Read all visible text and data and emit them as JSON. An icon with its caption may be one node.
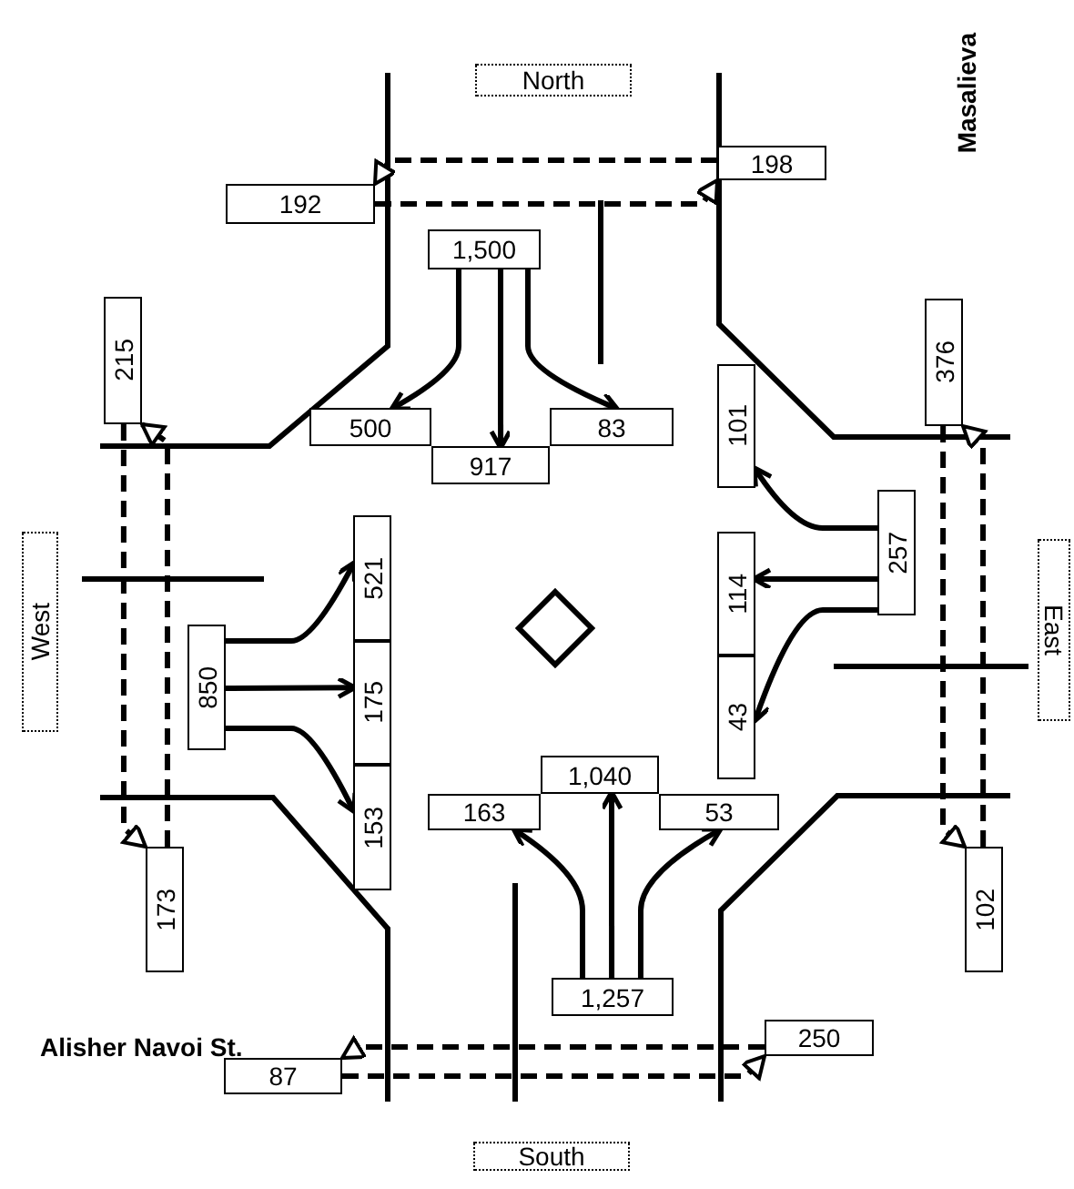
{
  "diagram": {
    "nodes": [
      {
        "text": [
          "North"
        ]
      },
      {
        "text": [
          "198"
        ]
      },
      {
        "text": [
          "192"
        ]
      },
      {
        "text": [
          "1,500"
        ]
      },
      {
        "text": [
          "215"
        ]
      },
      {
        "text": [
          "376"
        ]
      },
      {
        "text": [
          "101"
        ]
      },
      {
        "text": [
          "500"
        ]
      },
      {
        "text": [
          "917"
        ]
      },
      {
        "text": [
          "83"
        ]
      },
      {
        "text": [
          "West"
        ]
      },
      {
        "text": [
          "521"
        ]
      },
      {
        "text": [
          "257"
        ]
      },
      {
        "text": [
          "114"
        ]
      },
      {
        "text": [
          "850"
        ]
      },
      {
        "text": [
          "175"
        ]
      },
      {
        "text": [
          "East"
        ]
      },
      {
        "text": [
          "43"
        ]
      },
      {
        "text": [
          "153"
        ]
      },
      {
        "text": [
          "1,040"
        ]
      },
      {
        "text": [
          "163"
        ]
      },
      {
        "text": [
          "53"
        ]
      },
      {
        "text": [
          "173"
        ]
      },
      {
        "text": [
          "102"
        ]
      },
      {
        "text": [
          "1,257"
        ]
      },
      {
        "text": [
          "250"
        ]
      },
      {
        "text": [
          "87"
        ]
      },
      {
        "text": [
          "South"
        ]
      }
    ],
    "edges": [
      {
        "from": 3,
        "to": 7,
        "arrow": "to"
      },
      {
        "from": 3,
        "to": 8,
        "arrow": "to"
      },
      {
        "from": 3,
        "to": 9,
        "arrow": "to"
      },
      {
        "from": 12,
        "to": 6,
        "arrow": "to"
      },
      {
        "from": 12,
        "to": 13,
        "arrow": "to"
      },
      {
        "from": 12,
        "to": 17,
        "arrow": "to"
      },
      {
        "from": 14,
        "to": 11,
        "arrow": "to"
      },
      {
        "from": 14,
        "to": 15,
        "arrow": "to"
      },
      {
        "from": 14,
        "to": 18,
        "arrow": "to"
      },
      {
        "from": 24,
        "to": 20,
        "arrow": "to"
      },
      {
        "from": 24,
        "to": 19,
        "arrow": "to"
      },
      {
        "from": 24,
        "to": 21,
        "arrow": "to"
      },
      {
        "from": 1,
        "to": 2,
        "arrow": "to",
        "style": "dashed"
      },
      {
        "from": 2,
        "to": 1,
        "arrow": "to",
        "style": "dashed"
      },
      {
        "from": 4,
        "to": 22,
        "arrow": "to",
        "style": "dashed"
      },
      {
        "from": 22,
        "to": 4,
        "arrow": "to",
        "style": "dashed"
      },
      {
        "from": 5,
        "to": 23,
        "arrow": "to",
        "style": "dashed"
      },
      {
        "from": 23,
        "to": 5,
        "arrow": "to",
        "style": "dashed"
      },
      {
        "from": 25,
        "to": 26,
        "arrow": "to",
        "style": "dashed"
      },
      {
        "from": 26,
        "to": 25,
        "arrow": "to",
        "style": "dashed"
      }
    ],
    "labels": [
      "Masalieva",
      "Alisher Navoi St."
    ]
  }
}
